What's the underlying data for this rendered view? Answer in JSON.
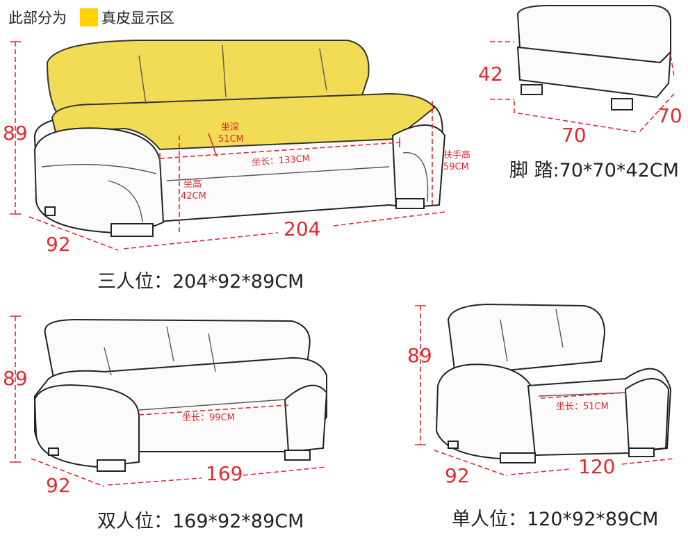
{
  "header": {
    "text_before": "此部分为",
    "text_after": "真皮显示区",
    "swatch_color": "#ffd200"
  },
  "three_seat": {
    "height": "89",
    "depth": "92",
    "width": "204",
    "seat_depth_label": "坐深",
    "seat_depth": "51CM",
    "seat_length": "坐长：133CM",
    "seat_height_label": "坐高",
    "seat_height": "42CM",
    "arm_height_label": "扶手高",
    "arm_height": "59CM",
    "caption": "三人位：204*92*89CM"
  },
  "ottoman": {
    "height": "42",
    "depth": "70",
    "width": "70",
    "caption": "脚 踏:70*70*42CM"
  },
  "two_seat": {
    "height": "89",
    "depth": "92",
    "width": "169",
    "seat_length": "坐长：99CM",
    "caption": "双人位：169*92*89CM"
  },
  "one_seat": {
    "height": "89",
    "depth": "92",
    "width": "120",
    "seat_length": "坐长：51CM",
    "caption": "单人位：120*92*89CM"
  },
  "colors": {
    "accent": "#e8262c",
    "leather": "#f2dc55"
  }
}
